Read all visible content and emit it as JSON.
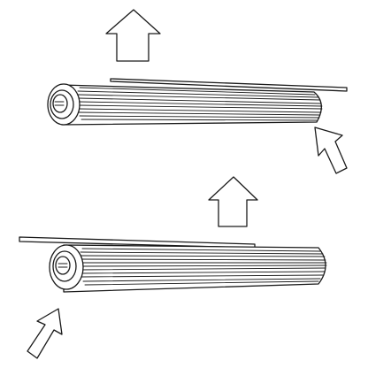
{
  "diagram": {
    "steps": [
      {
        "lift_arrow": "arrow-up",
        "push_arrow": "arrow-up-left",
        "sheet_side": "right"
      },
      {
        "lift_arrow": "arrow-up",
        "push_arrow": "arrow-up-right",
        "sheet_side": "left"
      }
    ],
    "colors": {
      "ink": "#1a1a1a",
      "background": "#ffffff"
    }
  }
}
